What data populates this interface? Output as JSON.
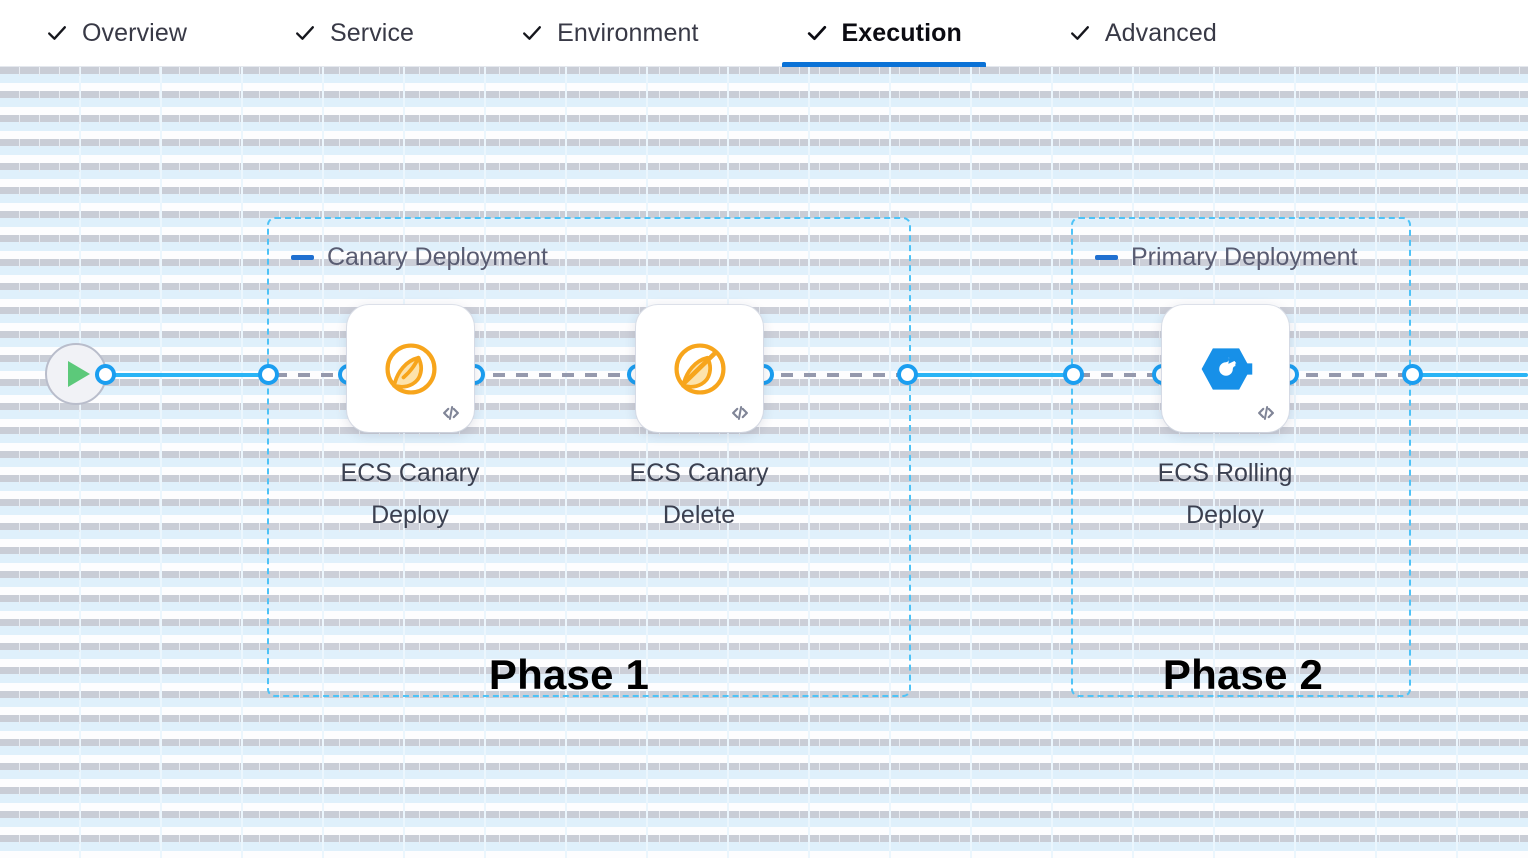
{
  "tabs": [
    {
      "label": "Overview",
      "icon": "check-icon",
      "active": false
    },
    {
      "label": "Service",
      "icon": "check-icon",
      "active": false
    },
    {
      "label": "Environment",
      "icon": "check-icon",
      "active": false
    },
    {
      "label": "Execution",
      "icon": "check-icon",
      "active": true
    },
    {
      "label": "Advanced",
      "icon": "check-icon",
      "active": false
    }
  ],
  "canvas": {
    "start_node": {
      "name": "pipeline-start",
      "icon": "play-icon"
    },
    "groups": [
      {
        "id": "canary-deployment",
        "title": "Canary Deployment",
        "collapse_icon": "minus-icon",
        "caption": "Phase 1"
      },
      {
        "id": "primary-deployment",
        "title": "Primary Deployment",
        "collapse_icon": "minus-icon",
        "caption": "Phase 2"
      }
    ],
    "nodes": [
      {
        "id": "ecs-canary-deploy",
        "label_line1": "ECS Canary",
        "label_line2": "Deploy",
        "icon": "canary-bird-icon",
        "badge_icon": "code-icon"
      },
      {
        "id": "ecs-canary-delete",
        "label_line1": "ECS Canary",
        "label_line2": "Delete",
        "icon": "canary-bird-slash-icon",
        "badge_icon": "code-icon"
      },
      {
        "id": "ecs-rolling-deploy",
        "label_line1": "ECS Rolling",
        "label_line2": "Deploy",
        "icon": "rolling-deploy-icon",
        "badge_icon": "code-icon"
      }
    ]
  },
  "colors": {
    "accent_blue": "#0b72d6",
    "edge_blue": "#2ab4f5",
    "port_blue": "#1b9ef0",
    "group_border": "#4ec3f7",
    "canary_orange": "#f7a51c",
    "rolling_blue": "#1790e8",
    "play_green": "#5cc97a",
    "dashed_edge_gray": "#9599ad"
  }
}
